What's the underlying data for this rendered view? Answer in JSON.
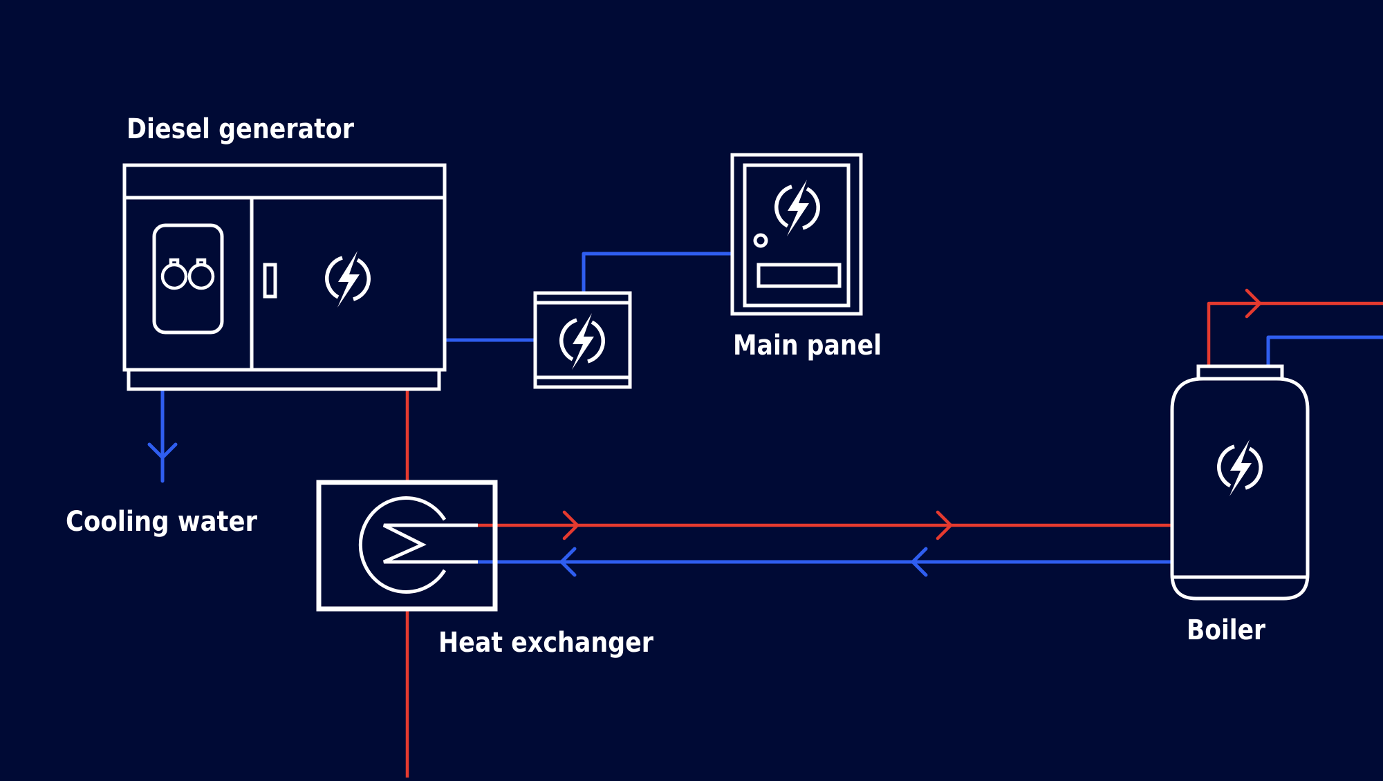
{
  "diagram": {
    "title": "Diesel generator heat recovery schematic",
    "colors": {
      "background": "#000a35",
      "outline": "#ffffff",
      "hot_line": "#e53a2f",
      "cold_line": "#2f5ef0"
    },
    "components": [
      {
        "id": "diesel-generator",
        "label": "Diesel generator",
        "icon": "engine-icon"
      },
      {
        "id": "transfer-switch",
        "label": "",
        "icon": "lightning-icon"
      },
      {
        "id": "main-panel",
        "label": "Main panel",
        "icon": "lightning-icon"
      },
      {
        "id": "heat-exchanger",
        "label": "Heat exchanger",
        "icon": "heat-exchanger-icon"
      },
      {
        "id": "boiler",
        "label": "Boiler",
        "icon": "lightning-icon"
      },
      {
        "id": "cooling-water",
        "label": "Cooling water",
        "icon": "arrow-down-icon"
      }
    ],
    "connections": [
      {
        "from": "diesel-generator",
        "to": "transfer-switch",
        "type": "electrical"
      },
      {
        "from": "transfer-switch",
        "to": "main-panel",
        "type": "electrical"
      },
      {
        "from": "diesel-generator",
        "to": "cooling-water",
        "type": "cold",
        "direction": "down"
      },
      {
        "from": "diesel-generator",
        "to": "heat-exchanger",
        "type": "hot",
        "direction": "vertical"
      },
      {
        "from": "heat-exchanger",
        "to": "boiler",
        "type": "hot",
        "direction": "right"
      },
      {
        "from": "boiler",
        "to": "heat-exchanger",
        "type": "cold",
        "direction": "left"
      },
      {
        "from": "boiler",
        "to": "off-screen",
        "type": "hot",
        "direction": "right"
      },
      {
        "from": "off-screen",
        "to": "boiler",
        "type": "cold",
        "direction": "left"
      }
    ]
  },
  "labels": {
    "diesel_generator": "Diesel generator",
    "main_panel": "Main panel",
    "cooling_water": "Cooling water",
    "heat_exchanger": "Heat exchanger",
    "boiler": "Boiler"
  }
}
